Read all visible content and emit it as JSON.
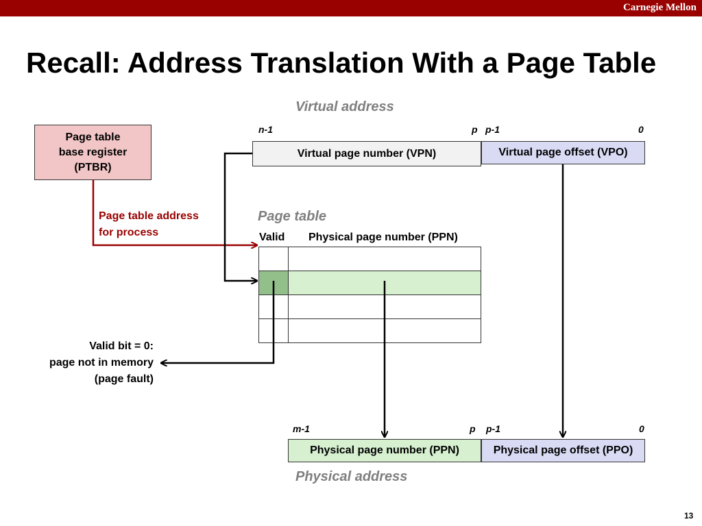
{
  "header": {
    "brand": "Carnegie Mellon"
  },
  "title": "Recall: Address Translation With a Page Table",
  "virtual_address": {
    "label": "Virtual address",
    "bit_high": "n-1",
    "bit_p": "p",
    "bit_p_minus_1": "p-1",
    "bit_zero": "0",
    "vpn_label": "Virtual page number (VPN)",
    "vpo_label": "Virtual page offset (VPO)"
  },
  "ptbr": {
    "line1": "Page table",
    "line2": "base register",
    "line3": "(PTBR)"
  },
  "page_table_address": {
    "line1": "Page table address",
    "line2": "for process"
  },
  "page_table": {
    "label": "Page table",
    "col_valid": "Valid",
    "col_ppn": "Physical page number (PPN)",
    "rows": [
      {
        "highlighted": false
      },
      {
        "highlighted": true
      },
      {
        "highlighted": false
      },
      {
        "highlighted": false
      }
    ]
  },
  "valid_bit_note": {
    "line1": "Valid bit = 0:",
    "line2": "page not in memory",
    "line3": "(page fault)"
  },
  "physical_address": {
    "label": "Physical address",
    "bit_high": "m-1",
    "bit_p": "p",
    "bit_p_minus_1": "p-1",
    "bit_zero": "0",
    "ppn_label": "Physical page number (PPN)",
    "ppo_label": "Physical page offset (PPO)"
  },
  "slide_number": "13",
  "colors": {
    "header_bar": "#990000",
    "ptbr_fill": "#f2c6c6",
    "vpn_fill": "#f2f2f2",
    "offset_fill": "#d9dbf5",
    "ppn_fill": "#d6f0d0",
    "valid_highlight": "#93c08a",
    "red_arrow": "#990000"
  }
}
